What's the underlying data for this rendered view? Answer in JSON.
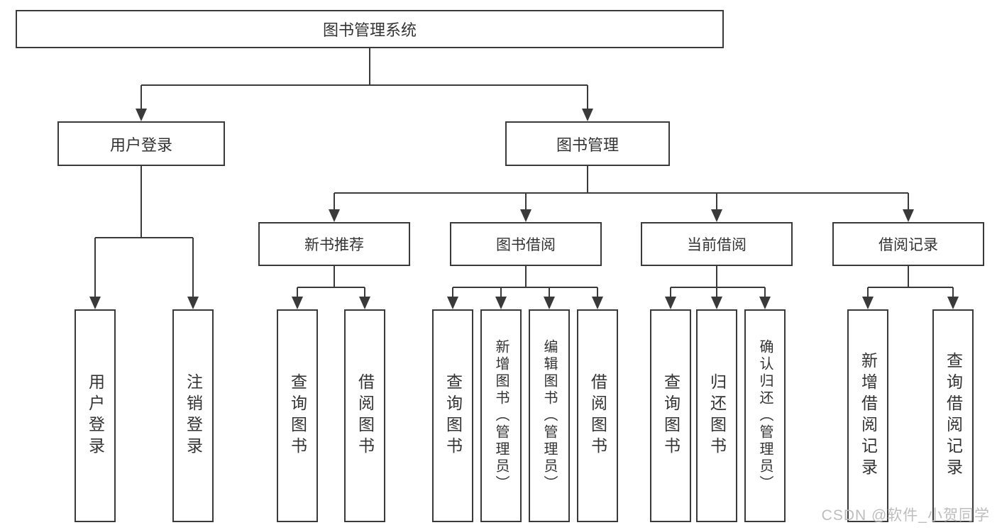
{
  "tree": {
    "label": "图书管理系统",
    "children": [
      {
        "label": "用户登录",
        "children": [
          {
            "label": "用户登录"
          },
          {
            "label": "注销登录"
          }
        ]
      },
      {
        "label": "图书管理",
        "children": [
          {
            "label": "新书推荐",
            "children": [
              {
                "label": "查询图书"
              },
              {
                "label": "借阅图书"
              }
            ]
          },
          {
            "label": "图书借阅",
            "children": [
              {
                "label": "查询图书"
              },
              {
                "label": "新增图书（管理员）"
              },
              {
                "label": "编辑图书（管理员）"
              },
              {
                "label": "借阅图书"
              }
            ]
          },
          {
            "label": "当前借阅",
            "children": [
              {
                "label": "查询图书"
              },
              {
                "label": "归还图书"
              },
              {
                "label": "确认归还（管理员）"
              }
            ]
          },
          {
            "label": "借阅记录",
            "children": [
              {
                "label": "新增借阅记录"
              },
              {
                "label": "查询借阅记录"
              }
            ]
          }
        ]
      }
    ]
  },
  "watermark": {
    "text": "CSDN @软件_小贺同学"
  },
  "colors": {
    "line": "#3a3a3a",
    "box_background": "#ffffff",
    "watermark_text": "#bdbdbd"
  }
}
